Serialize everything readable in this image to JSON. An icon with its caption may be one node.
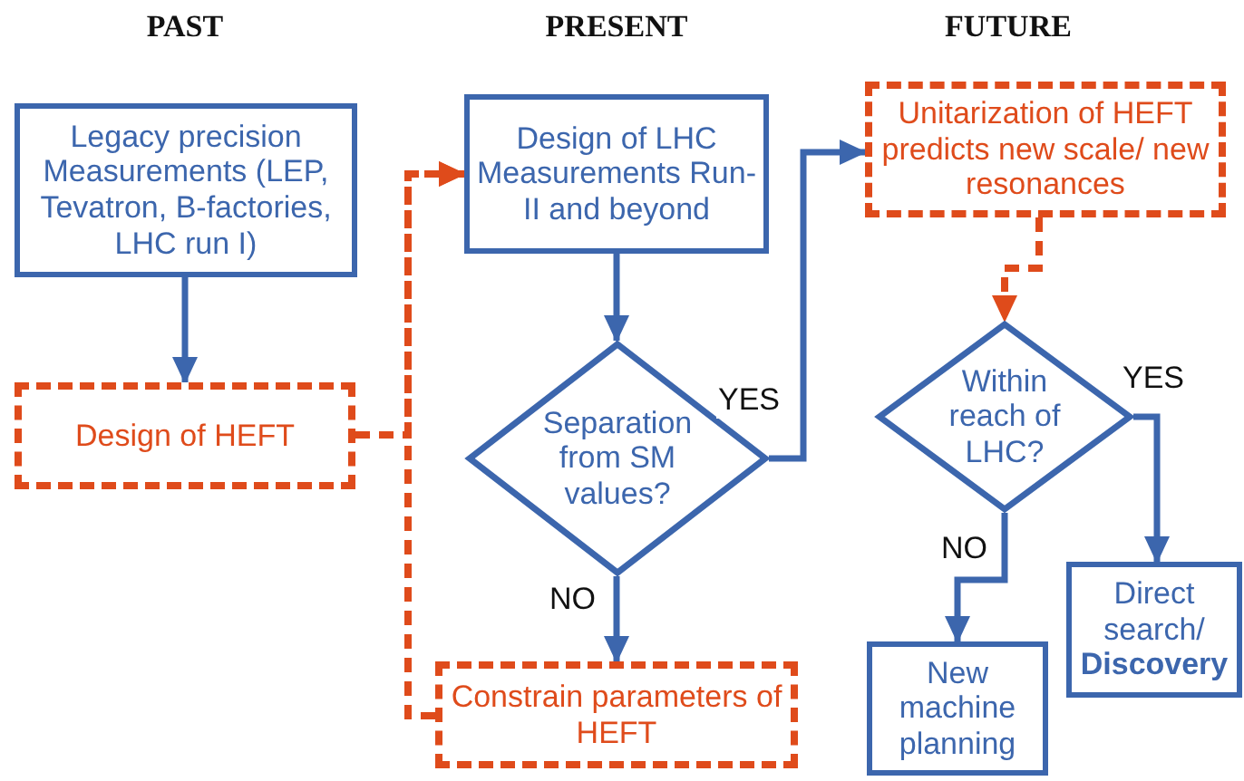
{
  "diagram": {
    "nodes": [
      {
        "text": [
          "Legacy precision Measurements (LEP, Tevatron, B-factories, LHC run I)"
        ]
      },
      {
        "text": [
          "Design of HEFT"
        ]
      },
      {
        "text": [
          "Design of LHC Measurements Run-II and beyond"
        ]
      },
      {
        "text": [
          "Separation from SM values?"
        ]
      },
      {
        "text": [
          "Constrain parameters of HEFT"
        ]
      },
      {
        "text": [
          "Unitarization of HEFT predicts new scale/ new resonances"
        ]
      },
      {
        "text": [
          "Within reach of LHC?"
        ]
      },
      {
        "text": [
          "New machine planning"
        ]
      },
      {
        "text": [
          "Direct search/ **Discovery**"
        ]
      }
    ],
    "edges": [
      {
        "from": 0,
        "to": 1,
        "arrow": "to"
      },
      {
        "from": 1,
        "to": 2,
        "arrow": "to",
        "style": "dashed",
        "color": "#df4b1b"
      },
      {
        "from": 4,
        "to": 2,
        "arrow": "to",
        "style": "dashed",
        "color": "#df4b1b"
      },
      {
        "from": 2,
        "to": 3,
        "arrow": "to"
      },
      {
        "from": 3,
        "to": 5,
        "arrow": "to",
        "label": "YES"
      },
      {
        "from": 3,
        "to": 4,
        "arrow": "to",
        "label": "NO"
      },
      {
        "from": 5,
        "to": 6,
        "arrow": "to",
        "style": "dashed",
        "color": "#df4b1b"
      },
      {
        "from": 6,
        "to": 8,
        "arrow": "to",
        "label": "YES"
      },
      {
        "from": 6,
        "to": 7,
        "arrow": "to",
        "label": "NO"
      }
    ],
    "labels": [
      "PAST",
      "PRESENT",
      "FUTURE"
    ]
  }
}
